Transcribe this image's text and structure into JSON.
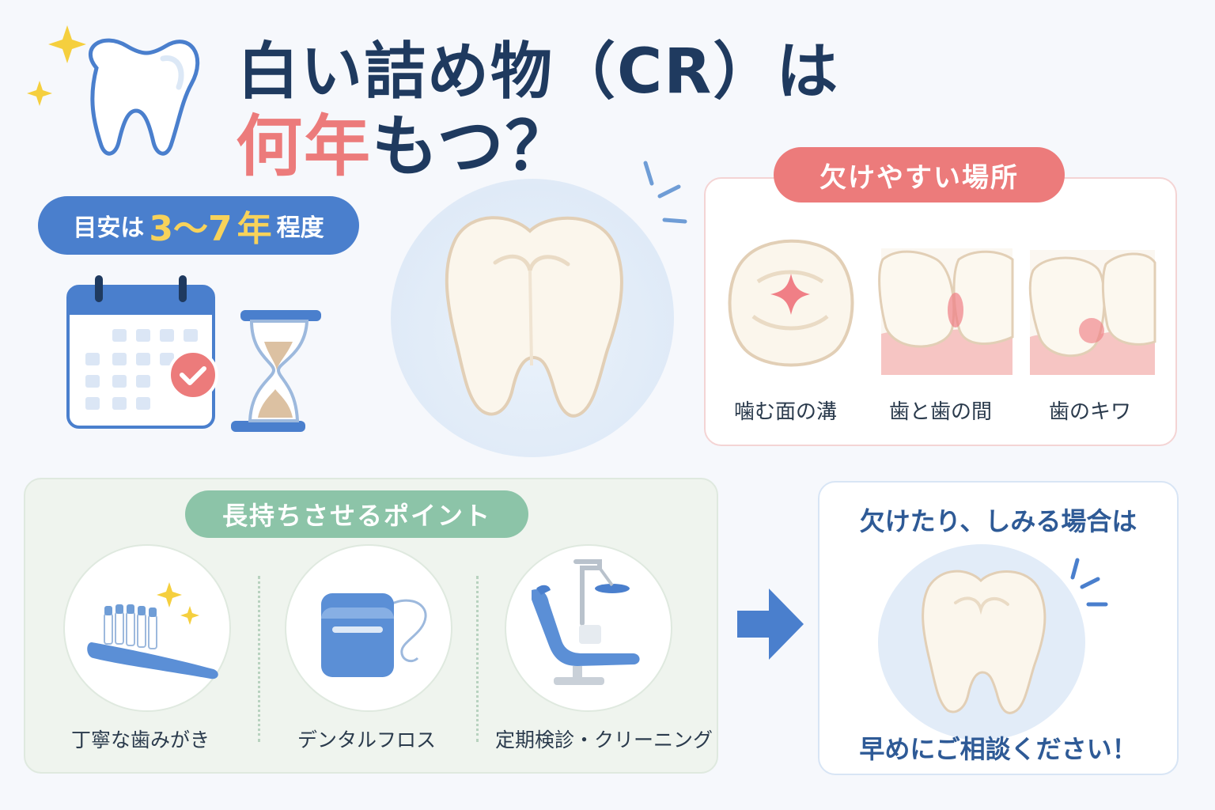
{
  "title": {
    "line1": "白い詰め物（CR）は",
    "line2_pink": "何年",
    "line2_navy": "もつ？"
  },
  "guide_badge": {
    "prefix": "目安は",
    "range": "3〜7",
    "unit": "年",
    "suffix": "程度"
  },
  "weak_spots": {
    "heading": "欠けやすい場所",
    "items": [
      {
        "label": "噛む面の溝",
        "icon": "molar-top-icon"
      },
      {
        "label": "歯と歯の間",
        "icon": "teeth-gap-icon"
      },
      {
        "label": "歯のキワ",
        "icon": "tooth-gumline-icon"
      }
    ]
  },
  "tips": {
    "heading": "長持ちさせるポイント",
    "items": [
      {
        "label": "丁寧な歯みがき",
        "icon": "toothbrush-icon"
      },
      {
        "label": "デンタルフロス",
        "icon": "floss-icon"
      },
      {
        "label": "定期検診・クリーニング",
        "icon": "dental-chair-icon"
      }
    ]
  },
  "consult": {
    "heading": "欠けたり、しみる場合は",
    "footer": "早めにご相談ください！"
  },
  "colors": {
    "navy": "#1f3a5f",
    "pink": "#ec7b7b",
    "blue": "#4a7fcd",
    "green": "#8cc4a8",
    "yellow": "#f7d25a"
  }
}
